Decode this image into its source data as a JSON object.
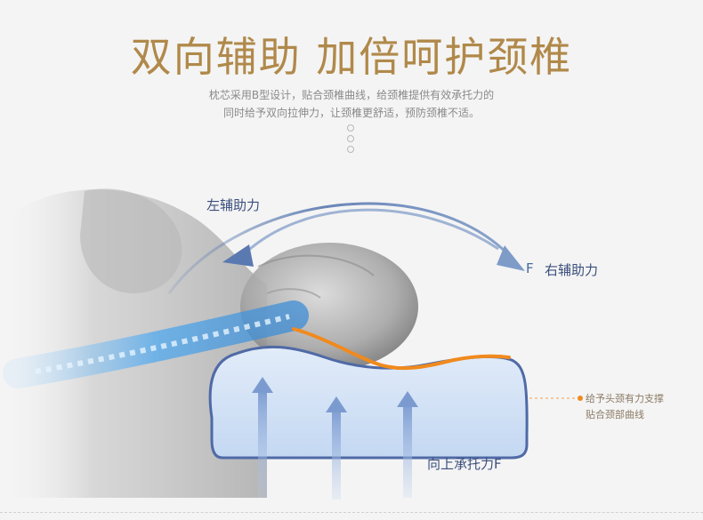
{
  "title": "双向辅助 加倍呵护颈椎",
  "subtitle_line1": "枕芯采用B型设计，贴合颈椎曲线，给颈椎提供有效承托力的",
  "subtitle_line2": "同时给予双向拉伸力，让颈椎更舒适，预防颈椎不适。",
  "labels": {
    "left_force": "左辅助力",
    "right_f": "F",
    "right_force": "右辅助力",
    "up_force": "向上承托力F"
  },
  "callout": {
    "line1": "给予头颈有力支撑",
    "line2": "贴合颈部曲线"
  },
  "colors": {
    "title": "#b0894a",
    "arc": "#5a79b0",
    "pillow_fill": "#cfe0f5",
    "pillow_outline": "#4f6aa6",
    "neck_curve": "#f08a1e",
    "spine_glow": "#4aa7f0"
  }
}
